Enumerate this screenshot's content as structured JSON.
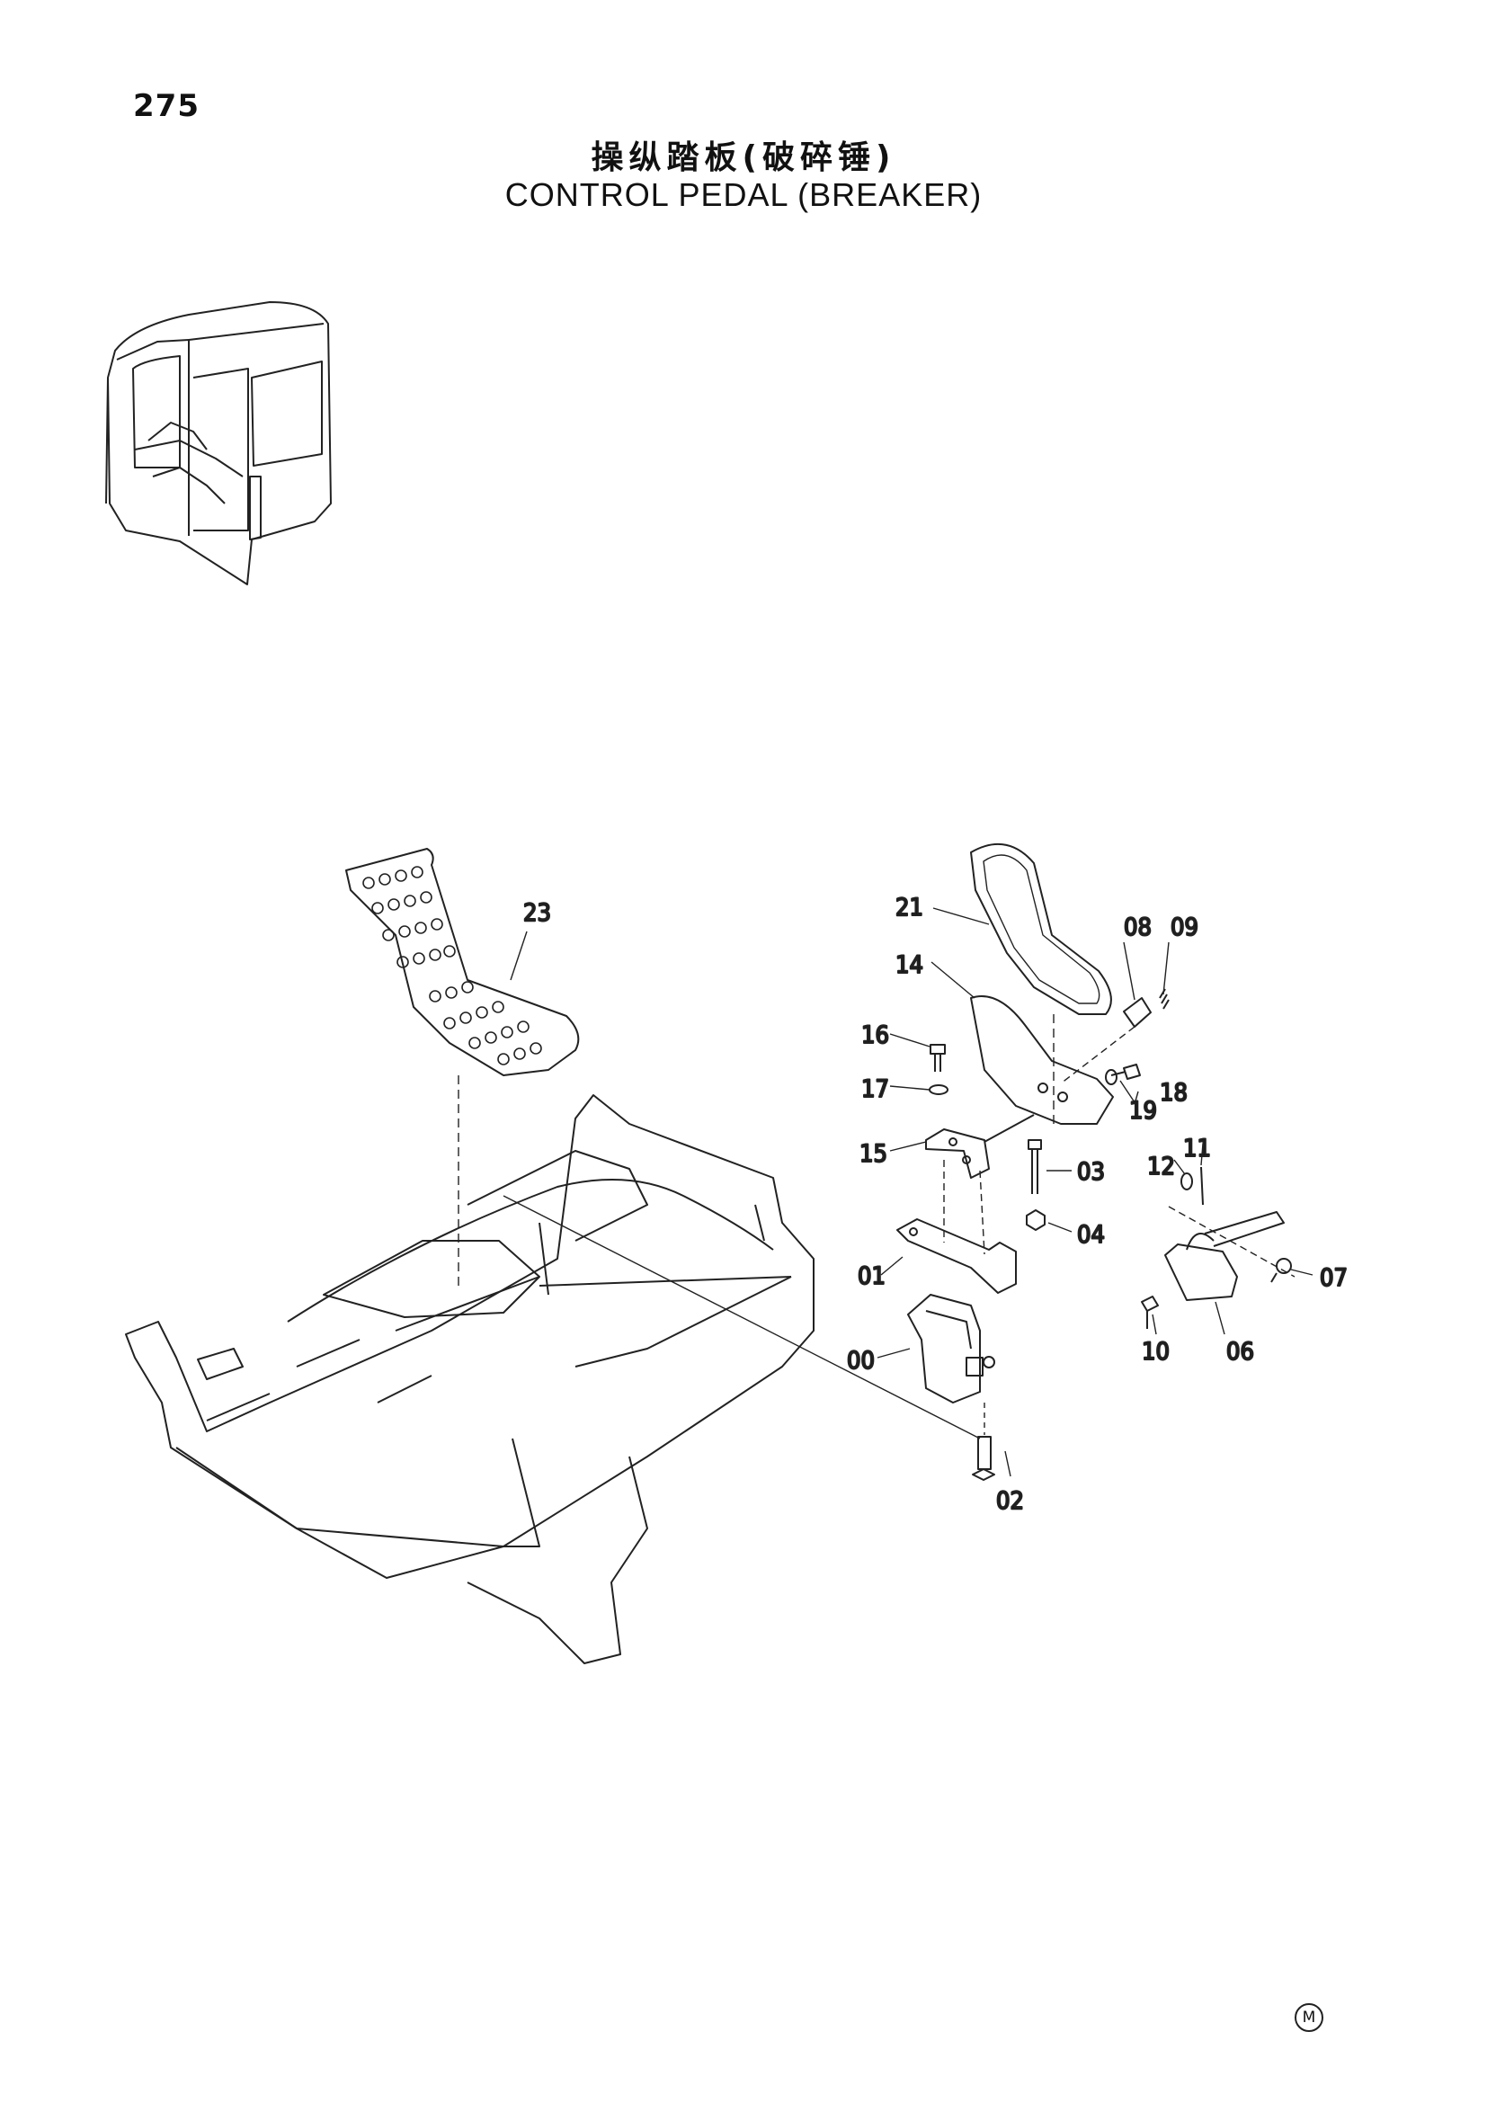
{
  "header": {
    "page_number": "275",
    "title_cn": "操纵踏板(破碎锤)",
    "title_en": "CONTROL PEDAL (BREAKER)"
  },
  "callouts": {
    "p00": "00",
    "p01": "01",
    "p02": "02",
    "p03": "03",
    "p04": "04",
    "p06": "06",
    "p07": "07",
    "p08": "08",
    "p09": "09",
    "p10": "10",
    "p11": "11",
    "p12": "12",
    "p14": "14",
    "p15": "15",
    "p16": "16",
    "p17": "17",
    "p18": "18",
    "p19": "19",
    "p21": "21",
    "p23": "23"
  },
  "footer": {
    "mark": "M"
  }
}
